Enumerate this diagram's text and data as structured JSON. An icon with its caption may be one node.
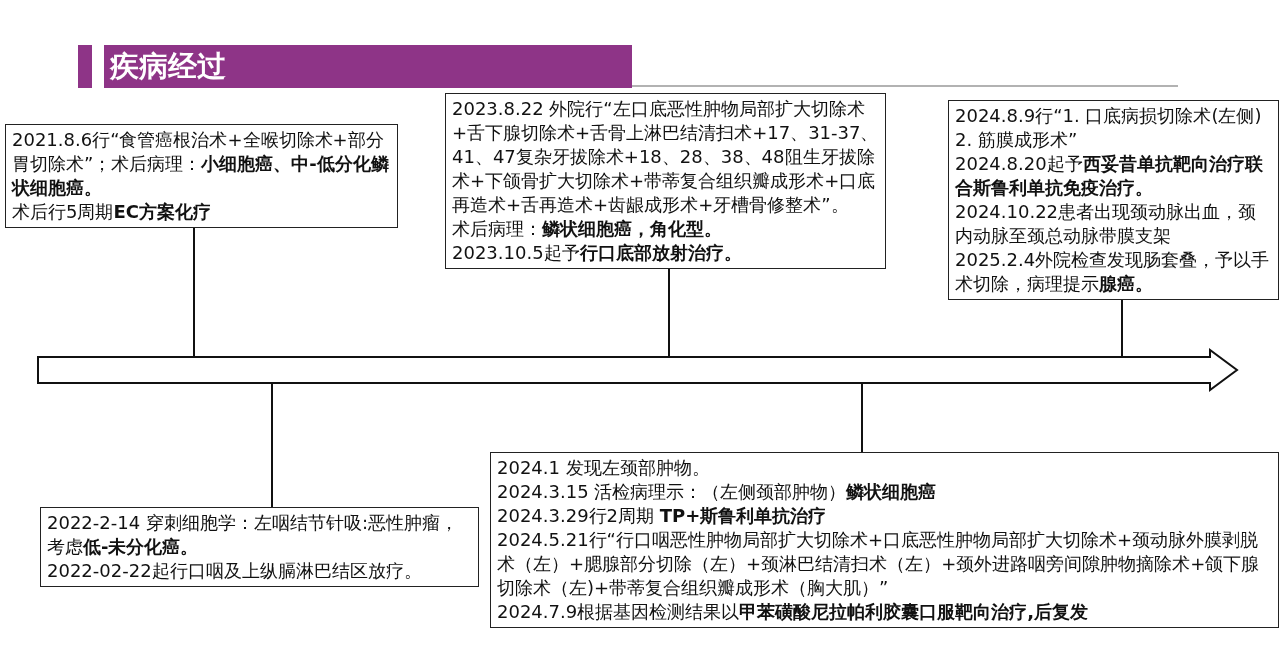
{
  "diagram": {
    "title": "疾病经过",
    "nodes": [
      {
        "text": [
          "2021.8.6行“食管癌根治术+全喉切除术+部分胃切除术”；术后病理：**小细胞癌、中-低分化鳞状细胞癌。**",
          "术后行5周期**EC方案化疗**"
        ]
      },
      {
        "text": [
          "2023.8.22 外院行“左口底恶性肿物局部扩大切除术+舌下腺切除术+舌骨上淋巴结清扫术+17、31-37、41、47复杂牙拔除术+18、28、38、48阻生牙拔除术+下颌骨扩大切除术+带蒂复合组织瓣成形术+口底再造术+舌再造术+齿龈成形术+牙槽骨修整术”。",
          "术后病理：**鳞状细胞癌，角化型。**",
          "2023.10.5起予**行口底部放射治疗。**"
        ]
      },
      {
        "text": [
          "2024.8.9行“1. 口底病损切除术(左侧) 2. 筋膜成形术”",
          "2024.8.20起予**西妥昔单抗靶向治疗联合斯鲁利单抗免疫治疗。**",
          "2024.10.22患者出现颈动脉出血，颈内动脉至颈总动脉带膜支架",
          "2025.2.4外院检查发现肠套叠，予以手术切除，病理提示**腺癌。**"
        ]
      },
      {
        "text": [],
        "shape": "arrow"
      },
      {
        "text": [
          "2022-2-14 穿刺细胞学：左咽结节针吸:恶性肿瘤，考虑**低-未分化癌。**",
          "2022-02-22起行口咽及上纵膈淋巴结区放疗。"
        ]
      },
      {
        "text": [
          "2024.1 发现左颈部肿物。",
          "2024.3.15 活检病理示：（左侧颈部肿物）**鳞状细胞癌**",
          "2024.3.29行2周期 **TP+斯鲁利单抗治疗**",
          "2024.5.21行“行口咽恶性肿物局部扩大切除术+口底恶性肿物局部扩大切除术+颈动脉外膜剥脱术（左）+腮腺部分切除（左）+颈淋巴结清扫术（左）+颈外进路咽旁间隙肿物摘除术+颌下腺切除术（左)+带蒂复合组织瓣成形术（胸大肌）”",
          "2024.7.9根据基因检测结果以**甲苯磺酸尼拉帕利胶囊口服靶向治疗,后复发**"
        ]
      }
    ],
    "edges": [
      {
        "from": 0,
        "to": 3,
        "arrow": "none"
      },
      {
        "from": 1,
        "to": 3,
        "arrow": "none"
      },
      {
        "from": 2,
        "to": 3,
        "arrow": "none"
      },
      {
        "from": 4,
        "to": 3,
        "arrow": "none"
      },
      {
        "from": 5,
        "to": 3,
        "arrow": "none"
      }
    ]
  }
}
